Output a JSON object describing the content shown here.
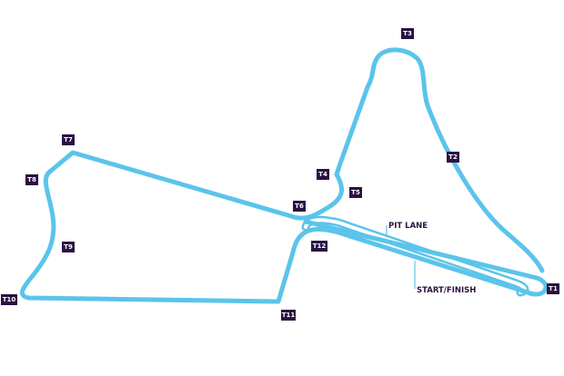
{
  "colors": {
    "track": "#5bc4ea",
    "track_inner": "#ffffff",
    "label_bg": "#2a1242",
    "label_text": "#ffffff",
    "annotation_text": "#2a1242"
  },
  "turns": [
    {
      "id": "t1",
      "label": "T1"
    },
    {
      "id": "t2",
      "label": "T2"
    },
    {
      "id": "t3",
      "label": "T3"
    },
    {
      "id": "t4",
      "label": "T4"
    },
    {
      "id": "t5",
      "label": "T5"
    },
    {
      "id": "t6",
      "label": "T6"
    },
    {
      "id": "t7",
      "label": "T7"
    },
    {
      "id": "t8",
      "label": "T8"
    },
    {
      "id": "t9",
      "label": "T9"
    },
    {
      "id": "t10",
      "label": "T10"
    },
    {
      "id": "t11",
      "label": "T11"
    },
    {
      "id": "t12",
      "label": "T12"
    }
  ],
  "annotations": {
    "pit_lane": "PIT LANE",
    "start_finish": "START/FINISH"
  }
}
